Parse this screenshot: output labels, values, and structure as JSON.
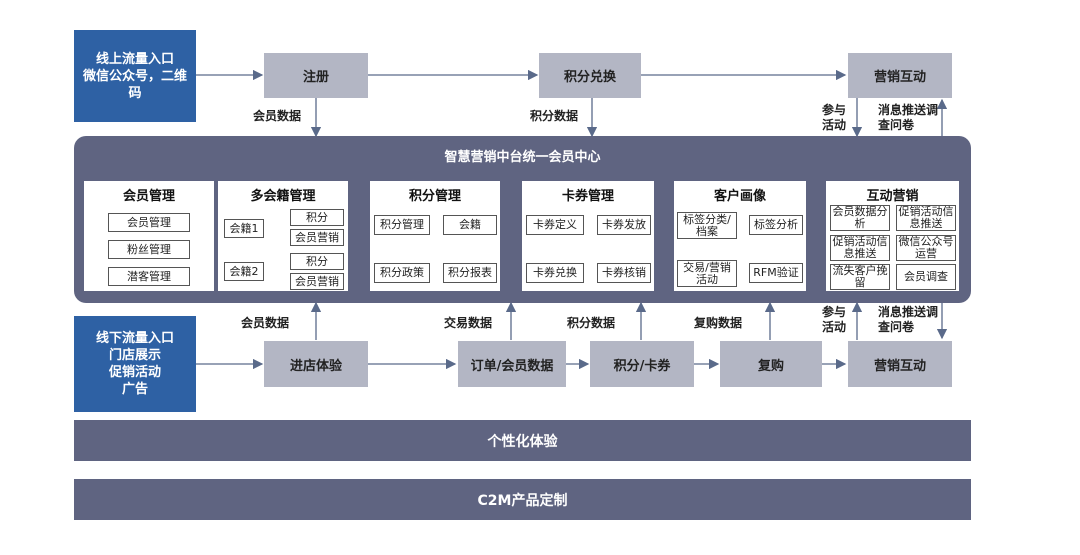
{
  "colors": {
    "blue": "#2e61a4",
    "gray_box": "#b3b6c4",
    "panel": "#5f6481",
    "arrow": "#5a6a8a"
  },
  "entries": {
    "online": {
      "title": "线上流量入口",
      "desc": "微信公众号，二维码"
    },
    "offline": {
      "title": "线下流量入口",
      "lines": [
        "门店展示",
        "促销活动",
        "广告"
      ]
    }
  },
  "top_flow": {
    "register": "注册",
    "points_exchange": "积分兑换",
    "marketing_interaction": "营销互动",
    "member_data": "会员数据",
    "points_data": "积分数据",
    "participate": "参与活动",
    "push_survey": "消息推送调查问卷"
  },
  "center": {
    "title": "智慧营销中台统一会员中心",
    "modules": {
      "member": {
        "title": "会员管理",
        "items": [
          "会员管理",
          "粉丝管理",
          "潜客管理"
        ]
      },
      "multi": {
        "title": "多会籍管理",
        "m1": "会籍1",
        "m2": "会籍2",
        "points": "积分",
        "marketing": "会员营销"
      },
      "points": {
        "title": "积分管理",
        "manage": "积分管理",
        "member": "会籍",
        "policy": "积分政策",
        "report": "积分报表"
      },
      "coupon": {
        "title": "卡券管理",
        "define": "卡券定义",
        "issue": "卡券发放",
        "exchange": "卡券兑换",
        "verify": "卡券核销"
      },
      "portrait": {
        "title": "客户画像",
        "tag_cat": "标签分类/档案",
        "tag_ana": "标签分析",
        "trade": "交易/营销活动",
        "rfm": "RFM验证"
      },
      "interact": {
        "title": "互动营销",
        "items": [
          "会员数据分析",
          "促销活动信息推送",
          "促销活动信息推送",
          "微信公众号运营",
          "流失客户挽留",
          "会员调查"
        ]
      }
    }
  },
  "bottom_flow": {
    "store_exp": "进店体验",
    "order_member": "订单/会员数据",
    "points_coupon": "积分/卡券",
    "repurchase": "复购",
    "marketing_interaction": "营销互动",
    "member_data": "会员数据",
    "trade_data": "交易数据",
    "points_data": "积分数据",
    "repurchase_data": "复购数据",
    "participate": "参与活动",
    "push_survey": "消息推送调查问卷"
  },
  "bars": {
    "personalized": "个性化体验",
    "c2m": "C2M产品定制"
  }
}
